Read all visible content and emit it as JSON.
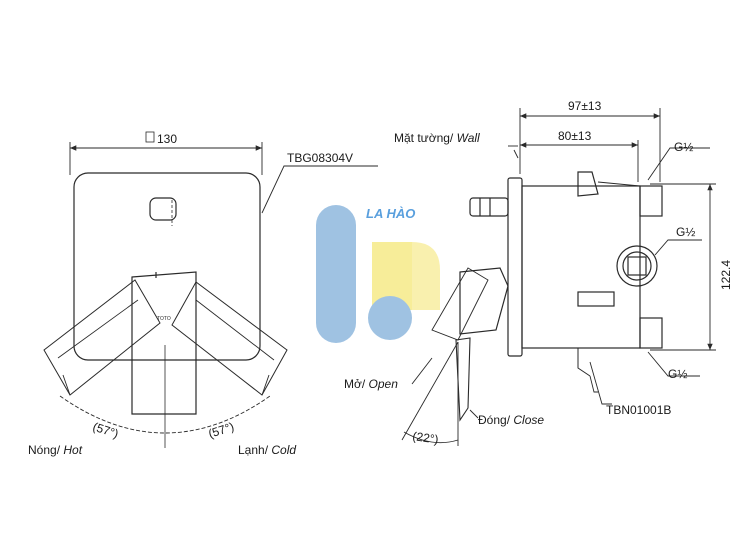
{
  "labels": {
    "width_dim": "130",
    "part_plate": "TBG08304V",
    "hot_prefix": "Nóng/ ",
    "hot_suffix": "Hot",
    "cold_prefix": "Lạnh/ ",
    "cold_suffix": "Cold",
    "angle_left": "(57°)",
    "angle_right": "(57°)",
    "wall_prefix": "Mặt tường/ ",
    "wall_suffix": "Wall",
    "dim_97": "97±13",
    "dim_80": "80±13",
    "thread_top": "G½",
    "thread_mid": "G½",
    "thread_bottom": "G½",
    "dim_122": "122.4",
    "open_prefix": "Mở/ ",
    "open_suffix": "Open",
    "close_prefix": "Đóng/ ",
    "close_suffix": "Close",
    "angle_22": "(22°)",
    "part_body": "TBN01001B"
  },
  "watermark": {
    "text": "LA HÀO",
    "colors": {
      "blue": "#8fb8de",
      "yellow": "#f6ea88",
      "text": "#3d8fd8"
    }
  },
  "colors": {
    "line": "#2a2a2a"
  }
}
